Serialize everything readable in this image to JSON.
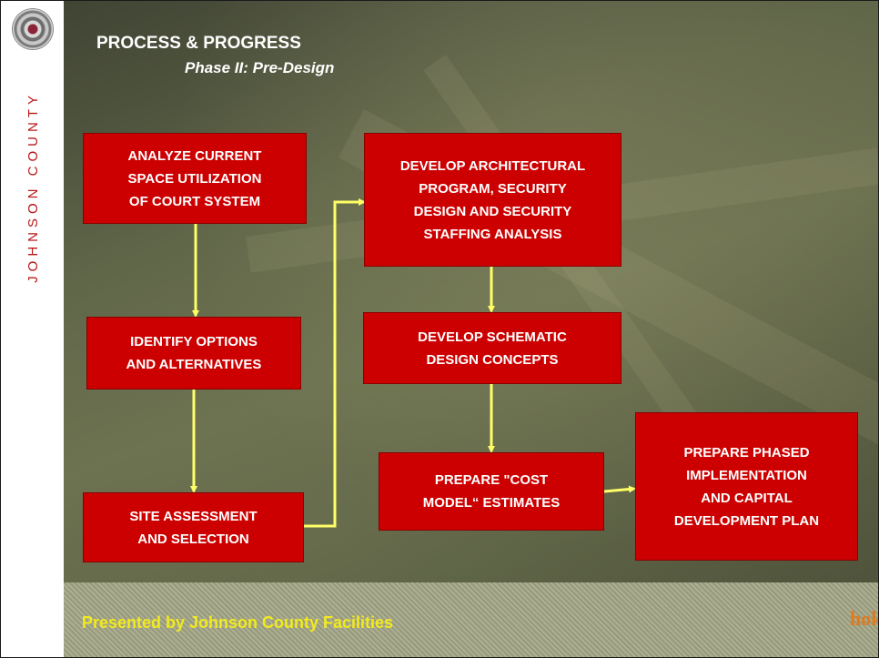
{
  "sidebar": {
    "vertical_text": "JOHNSON COUNTY",
    "seal_icon": "county-seal-icon"
  },
  "header": {
    "title": "PROCESS & PROGRESS",
    "subtitle": "Phase II: Pre-Design"
  },
  "flow": {
    "box_color": "#cc0000",
    "arrow_color": "#ffff66",
    "steps": [
      {
        "lines": [
          "ANALYZE CURRENT",
          "SPACE UTILIZATION",
          "OF COURT SYSTEM"
        ]
      },
      {
        "lines": [
          "IDENTIFY OPTIONS",
          "AND ALTERNATIVES"
        ]
      },
      {
        "lines": [
          "SITE ASSESSMENT",
          "AND SELECTION"
        ]
      },
      {
        "lines": [
          "DEVELOP ARCHITECTURAL",
          "PROGRAM, SECURITY",
          "DESIGN AND SECURITY",
          "STAFFING ANALYSIS"
        ]
      },
      {
        "lines": [
          "DEVELOP SCHEMATIC",
          "DESIGN CONCEPTS"
        ]
      },
      {
        "lines": [
          "PREPARE \"COST",
          "MODEL“ ESTIMATES"
        ]
      },
      {
        "lines": [
          "PREPARE PHASED",
          "IMPLEMENTATION",
          "AND CAPITAL",
          "DEVELOPMENT PLAN"
        ]
      }
    ]
  },
  "footer": {
    "text": "Presented by Johnson County Facilities",
    "logo_text": "hok",
    "logo_icon": "hok-logo-icon"
  }
}
